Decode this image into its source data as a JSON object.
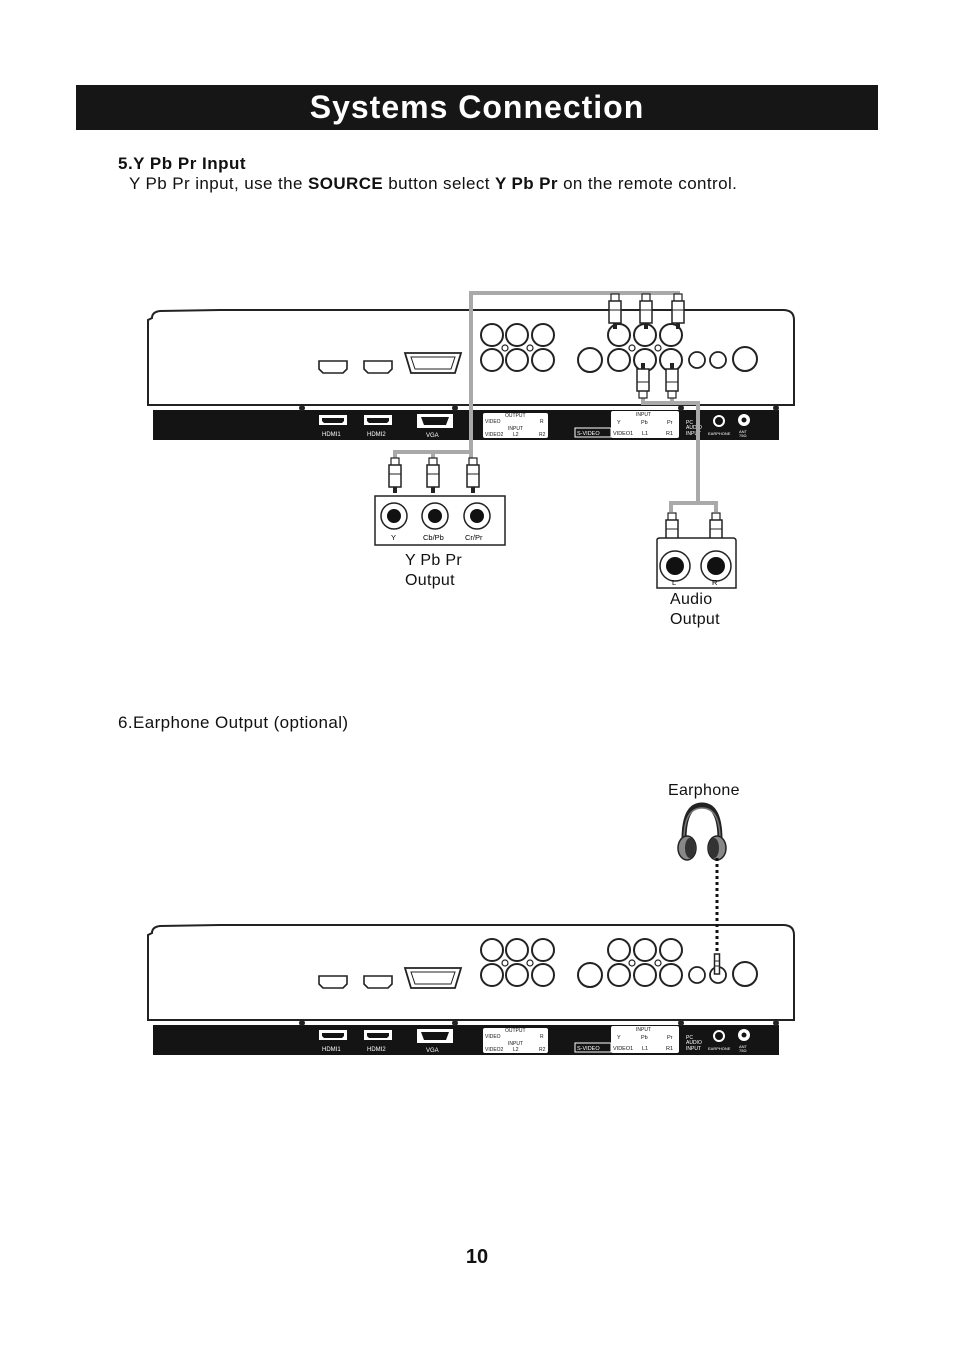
{
  "header": {
    "title": "Systems Connection"
  },
  "section5": {
    "heading": "5.Y Pb Pr Input",
    "desc_pre": "Y Pb Pr input, use the ",
    "desc_bold1": "SOURCE",
    "desc_mid": " button select ",
    "desc_bold2": "Y Pb Pr",
    "desc_post": " on the remote control."
  },
  "diagram1": {
    "ypbpr_box": {
      "y": "Y",
      "cb": "Cb/Pb",
      "cr": "Cr/Pr",
      "label_line1": "Y Pb Pr",
      "label_line2": "Output"
    },
    "audio_box": {
      "l": "L",
      "r": "R",
      "label_line1": "Audio",
      "label_line2": "Output"
    }
  },
  "panel_labels": {
    "hdmi1": "HDMI1",
    "hdmi2": "HDMI2",
    "vga": "VGA",
    "output": "OUTPUT",
    "video": "VIDEO",
    "input": "INPUT",
    "video2": "VIDEO2",
    "l2": "L2",
    "r2": "R2",
    "l": "L",
    "r": "R",
    "svideo": "S-VIDEO",
    "y": "Y",
    "pb": "Pb",
    "pr": "Pr",
    "video1": "VIDEO1",
    "l1": "L1",
    "r1": "R1",
    "pc": "PC",
    "audio": "AUDIO",
    "input2": "INPUT",
    "earphone": "EARPHONE",
    "ant": "ANT",
    "ohm": "75Ω"
  },
  "section6": {
    "heading": "6.Earphone Output (optional)",
    "earphone_label": "Earphone"
  },
  "page": {
    "number": "10"
  }
}
